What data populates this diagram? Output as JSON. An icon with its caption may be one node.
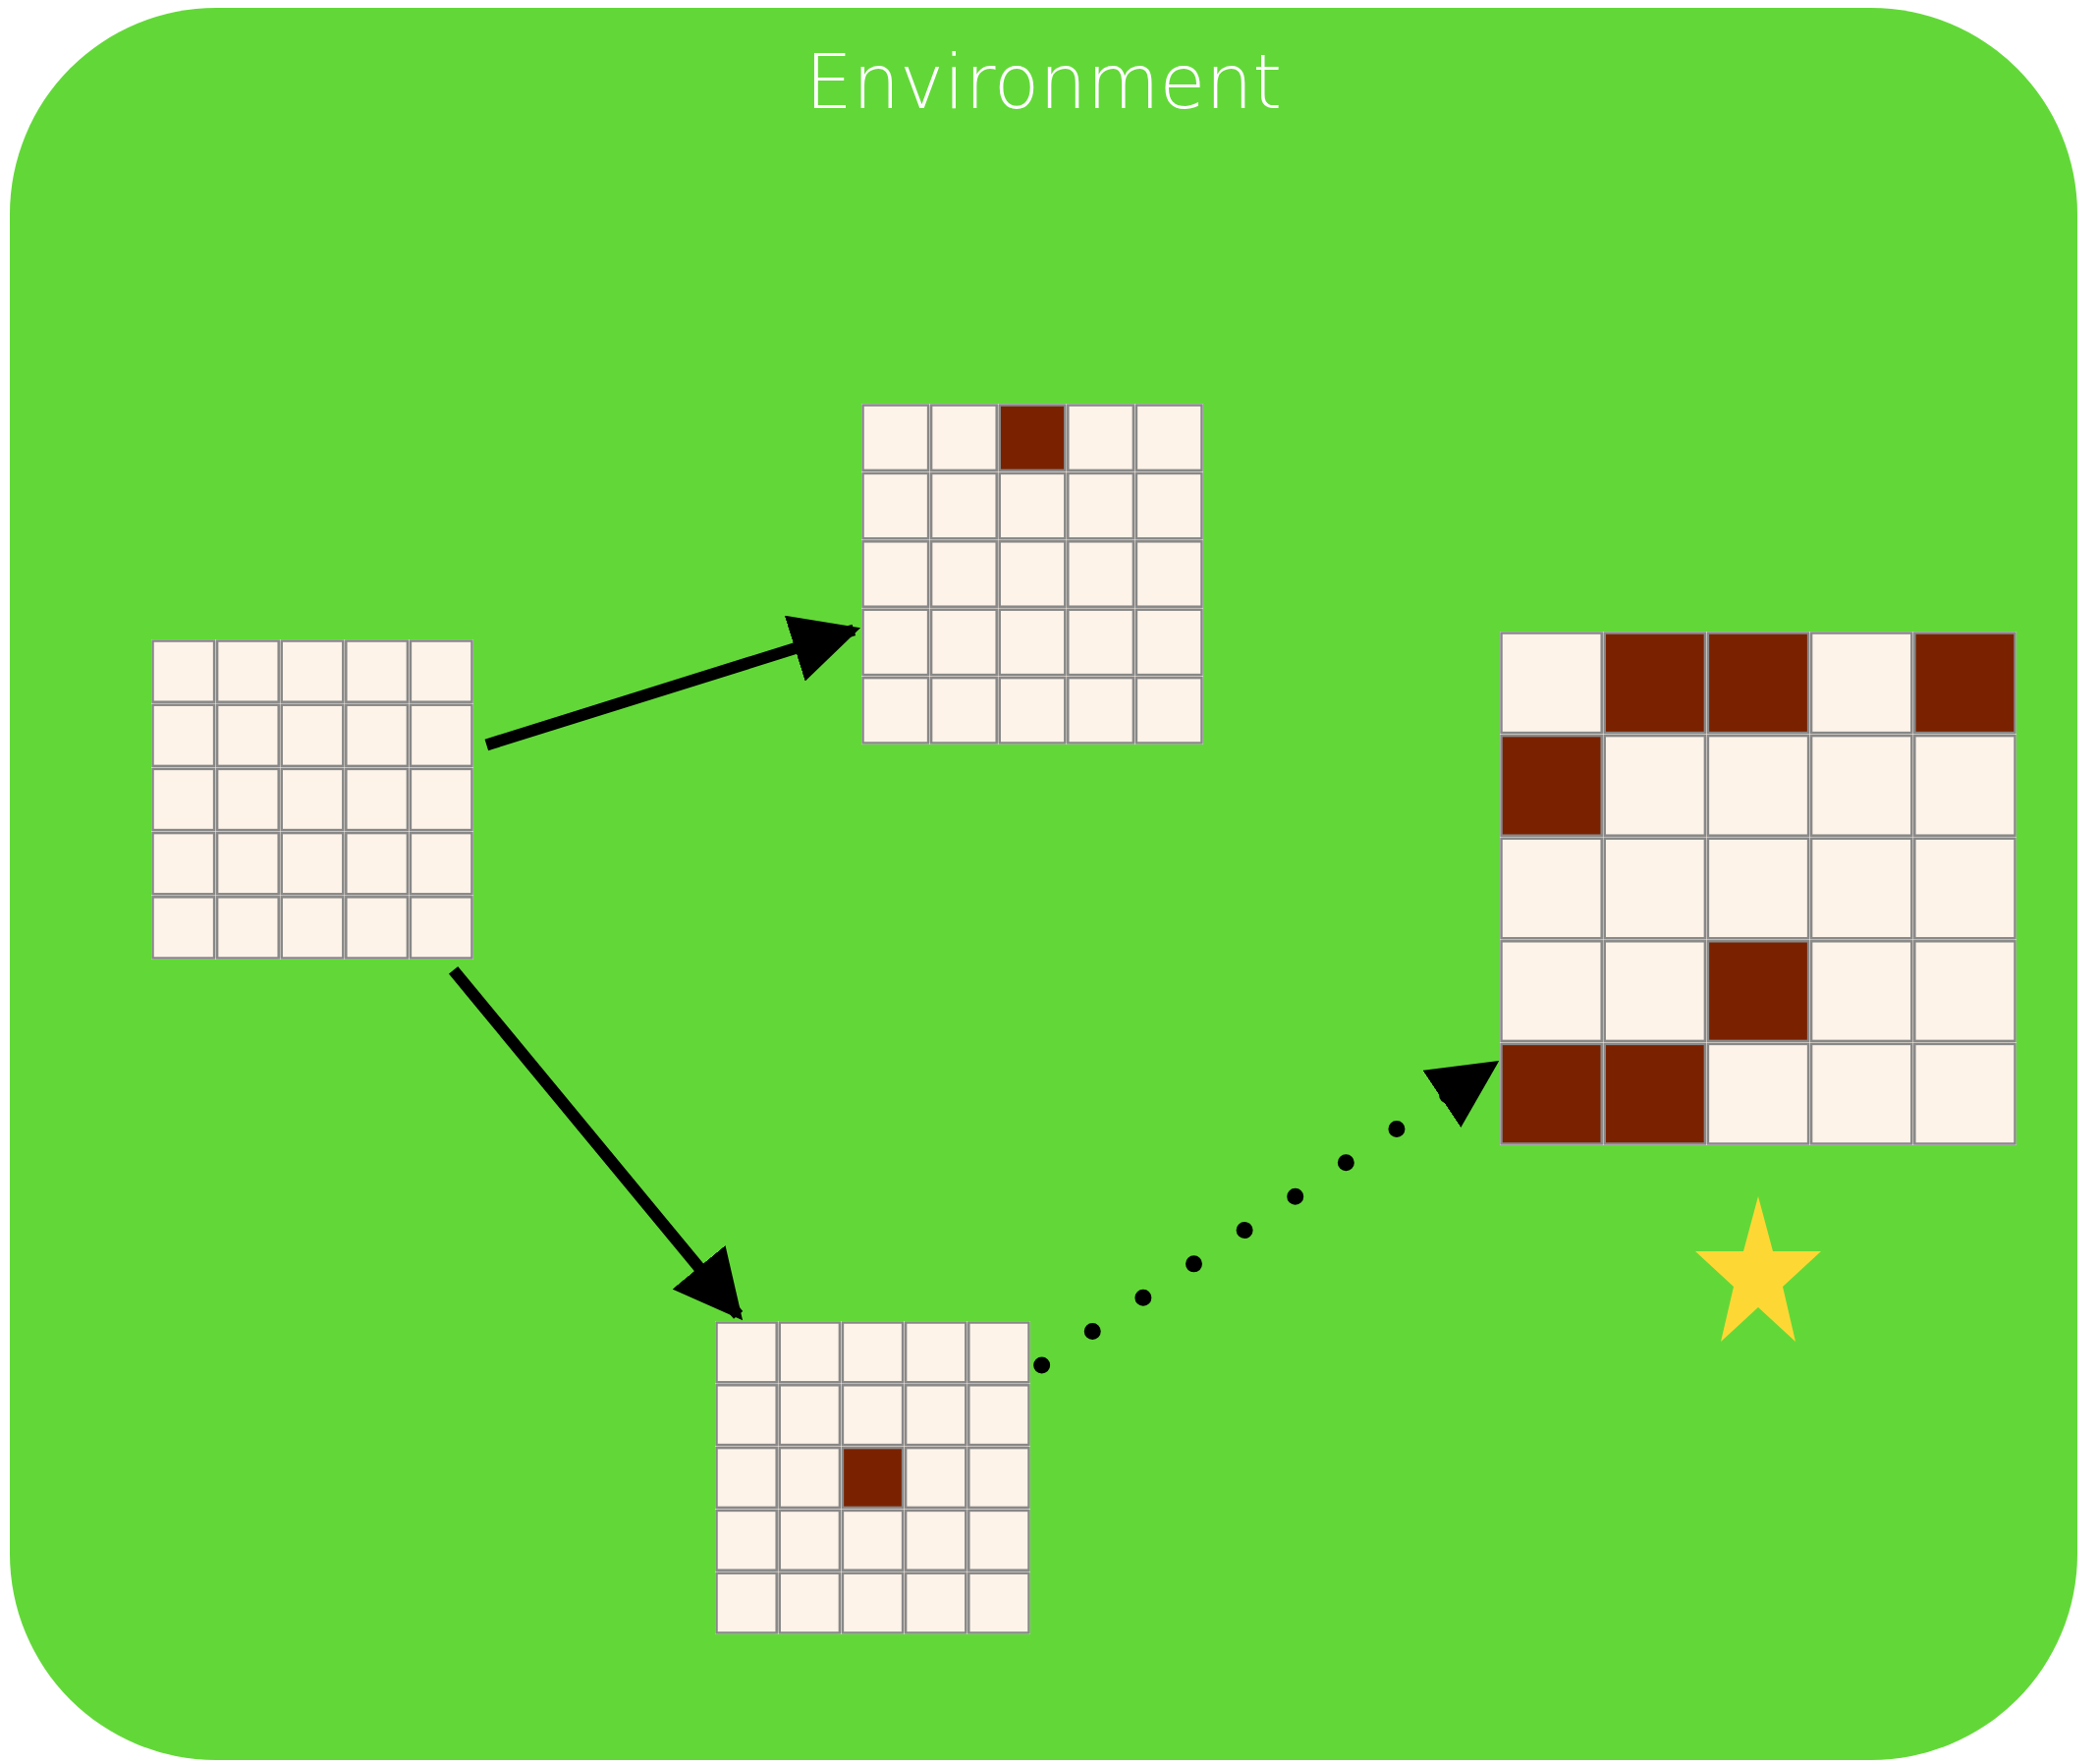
{
  "diagram": {
    "nodes": [
      {
        "text": [
          "Environment"
        ]
      },
      {
        "text": [],
        "shape": "grid",
        "in": 0
      },
      {
        "text": [],
        "shape": "grid",
        "in": 0
      },
      {
        "text": [],
        "shape": "grid",
        "in": 0
      },
      {
        "text": [],
        "shape": "grid",
        "in": 0
      }
    ],
    "edges": [
      {
        "from": 1,
        "to": 2,
        "arrow": "to"
      },
      {
        "from": 1,
        "to": 3,
        "arrow": "to"
      },
      {
        "from": 3,
        "to": 4,
        "arrow": "to",
        "style": "dashed"
      }
    ]
  }
}
